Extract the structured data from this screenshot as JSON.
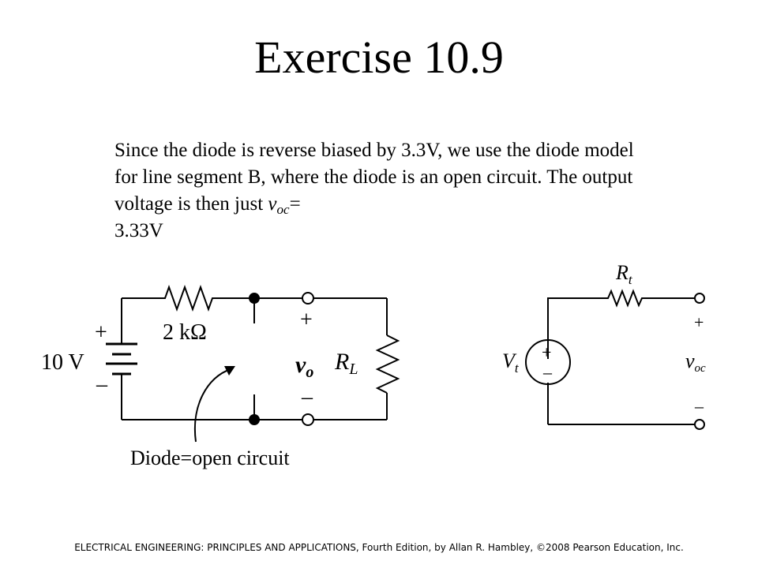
{
  "title": "Exercise 10.9",
  "paragraph": {
    "text_main": "Since the diode is reverse biased by 3.3V, we use the diode model for line segment B, where the diode is an open circuit.  The output voltage is then just ",
    "voc_symbol": "v",
    "voc_sub": "oc",
    "voc_tail": "=",
    "voc_value": "3.33V"
  },
  "left_circuit": {
    "source_plus": "+",
    "source_minus": "–",
    "source_value": "10 V",
    "resistor_label": "2 kΩ",
    "out_plus": "+",
    "out_minus": "–",
    "out_voltage_symbol": "v",
    "out_voltage_sub": "o",
    "load_symbol": "R",
    "load_sub": "L",
    "caption": "Diode=open circuit"
  },
  "right_circuit": {
    "resistor_symbol": "R",
    "resistor_sub": "t",
    "source_symbol": "V",
    "source_sub": "t",
    "source_plus": "+",
    "source_minus": "–",
    "out_plus": "+",
    "out_minus": "–",
    "out_voltage_symbol": "v",
    "out_voltage_sub": "oc"
  },
  "footer": "ELECTRICAL ENGINEERING: PRINCIPLES AND APPLICATIONS, Fourth Edition, by Allan R. Hambley, ©2008 Pearson Education, Inc."
}
